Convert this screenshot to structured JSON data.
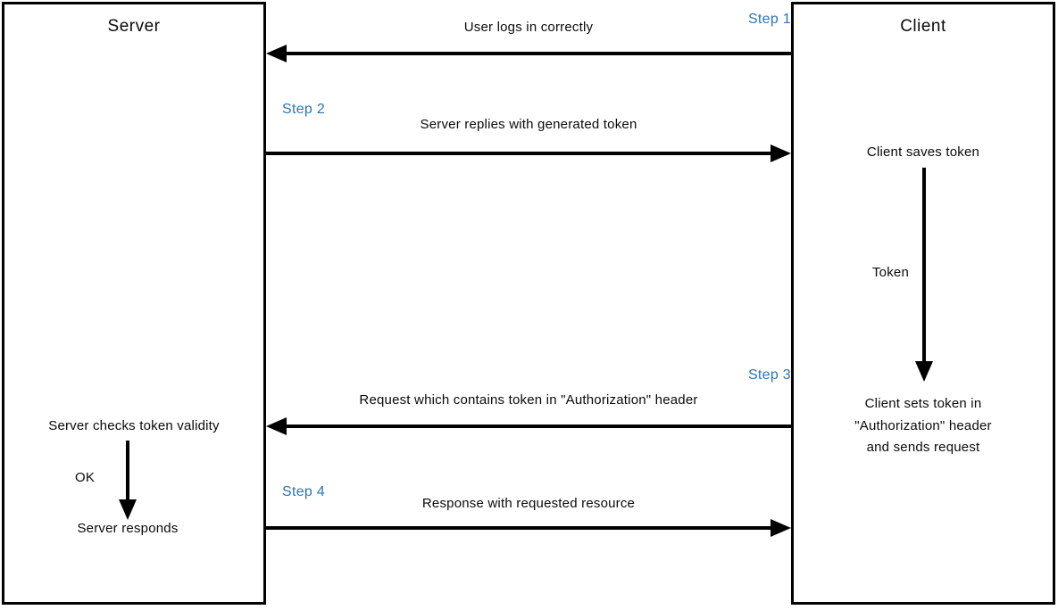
{
  "colors": {
    "accent_blue": "#2E74B5",
    "line_black": "#000000",
    "background": "#FFFFFF"
  },
  "server": {
    "title": "Server",
    "checks_label": "Server checks token validity",
    "ok_label": "OK",
    "responds_label": "Server responds"
  },
  "client": {
    "title": "Client",
    "saves_label": "Client saves token",
    "token_label": "Token",
    "sets_label": "Client sets token in\n\"Authorization\" header\nand sends request"
  },
  "steps": [
    {
      "label": "Step 1",
      "message": "User logs in correctly",
      "direction": "client-to-server"
    },
    {
      "label": "Step 2",
      "message": "Server replies with generated token",
      "direction": "server-to-client"
    },
    {
      "label": "Step 3",
      "message": "Request which contains token in \"Authorization\" header",
      "direction": "client-to-server"
    },
    {
      "label": "Step 4",
      "message": "Response with requested resource",
      "direction": "server-to-client"
    }
  ]
}
